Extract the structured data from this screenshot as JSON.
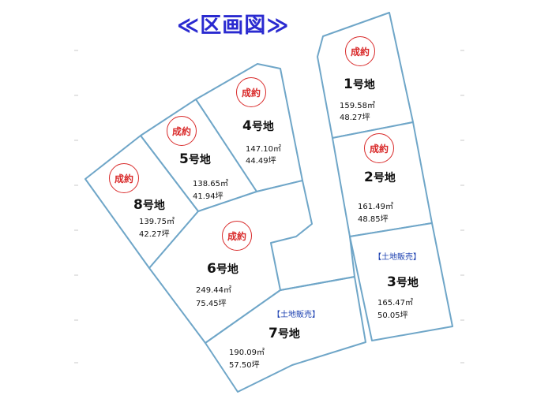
{
  "title": "≪区画図≫",
  "stamp_text": "成約",
  "sale_text": "【土地販売】",
  "lots": [
    {
      "id": "1",
      "number": "1",
      "suffix": "号地",
      "area": "159.58㎡",
      "tsubo": "48.27坪",
      "status": "sold"
    },
    {
      "id": "2",
      "number": "2",
      "suffix": "号地",
      "area": "161.49㎡",
      "tsubo": "48.85坪",
      "status": "sold"
    },
    {
      "id": "3",
      "number": "3",
      "suffix": "号地",
      "area": "165.47㎡",
      "tsubo": "50.05坪",
      "status": "for-sale"
    },
    {
      "id": "4",
      "number": "4",
      "suffix": "号地",
      "area": "147.10㎡",
      "tsubo": "44.49坪",
      "status": "sold"
    },
    {
      "id": "5",
      "number": "5",
      "suffix": "号地",
      "area": "138.65㎡",
      "tsubo": "41.94坪",
      "status": "sold"
    },
    {
      "id": "6",
      "number": "6",
      "suffix": "号地",
      "area": "249.44㎡",
      "tsubo": "75.45坪",
      "status": "sold"
    },
    {
      "id": "7",
      "number": "7",
      "suffix": "号地",
      "area": "190.09㎡",
      "tsubo": "57.50坪",
      "status": "for-sale"
    },
    {
      "id": "8",
      "number": "8",
      "suffix": "号地",
      "area": "139.75㎡",
      "tsubo": "42.27坪",
      "status": "sold"
    }
  ],
  "colors": {
    "boundary": "#6fa6c8",
    "stamp": "#d92b2b",
    "title": "#2a2ad0",
    "sale": "#1a3fb0"
  }
}
